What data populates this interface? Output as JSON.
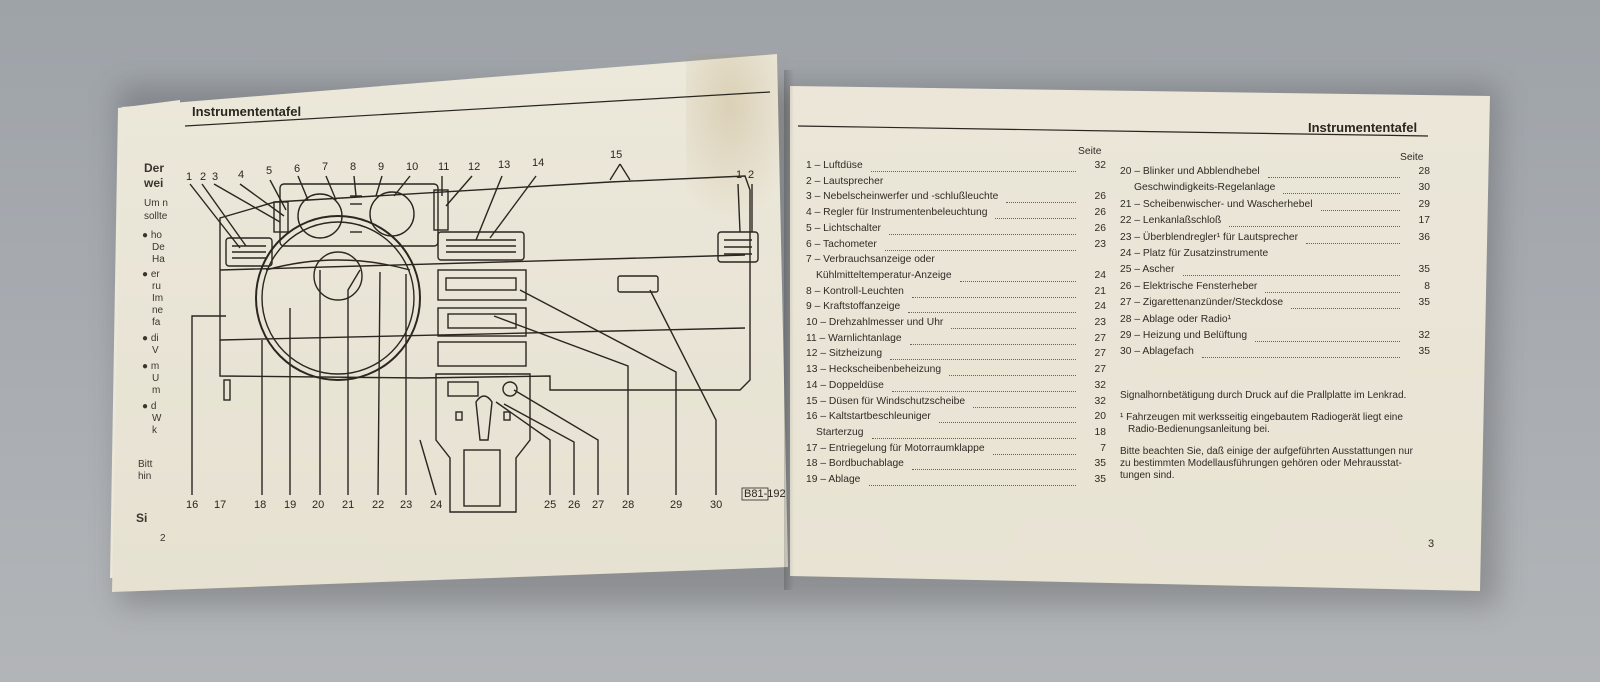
{
  "left_page": {
    "title": "Instrumententafel",
    "page_number": "2",
    "prev_fragments": {
      "heading_1": "Der",
      "heading_2": "wei",
      "line_1": "Um n",
      "line_2": "sollte",
      "b1a": "● ho",
      "b1b": "De",
      "b1c": "Ha",
      "b2a": "● er",
      "b2b": "ru",
      "b2c": "Im",
      "b2d": "ne",
      "b2e": "fa",
      "b3a": "● di",
      "b3b": "V",
      "b4a": "● m",
      "b4b": "U",
      "b4c": "m",
      "b5a": "● d",
      "b5b": "W",
      "b5c": "k",
      "bitte_a": "Bitt",
      "bitte_b": "hin",
      "si": "Si"
    },
    "diagram": {
      "top_numbers": [
        "1",
        "2",
        "3",
        "4",
        "5",
        "6",
        "7",
        "8",
        "9",
        "10",
        "11",
        "12",
        "13",
        "14",
        "15",
        "1",
        "2"
      ],
      "bottom_numbers": [
        "16",
        "17",
        "18",
        "19",
        "20",
        "21",
        "22",
        "23",
        "24",
        "25",
        "26",
        "27",
        "28",
        "29",
        "30"
      ],
      "code": "B81-192"
    }
  },
  "right_page": {
    "title": "Instrumententafel",
    "page_number": "3",
    "seite_label": "Seite",
    "left_column": [
      {
        "label": "1 – Luftdüse",
        "page": "32"
      },
      {
        "label": "2 – Lautsprecher",
        "page": ""
      },
      {
        "label": "3 – Nebelscheinwerfer und -schlußleuchte",
        "page": "26"
      },
      {
        "label": "4 – Regler für Instrumentenbeleuchtung",
        "page": "26"
      },
      {
        "label": "5 – Lichtschalter",
        "page": "26"
      },
      {
        "label": "6 – Tachometer",
        "page": "23"
      },
      {
        "label": "7 – Verbrauchsanzeige oder",
        "page": ""
      },
      {
        "label": "Kühlmitteltemperatur-Anzeige",
        "page": "24"
      },
      {
        "label": "8 – Kontroll-Leuchten",
        "page": "21"
      },
      {
        "label": "9 – Kraftstoffanzeige",
        "page": "24"
      },
      {
        "label": "10 – Drehzahlmesser und Uhr",
        "page": "23"
      },
      {
        "label": "11 – Warnlichtanlage",
        "page": "27"
      },
      {
        "label": "12 – Sitzheizung",
        "page": "27"
      },
      {
        "label": "13 – Heckscheibenbeheizung",
        "page": "27"
      },
      {
        "label": "14 – Doppeldüse",
        "page": "32"
      },
      {
        "label": "15 – Düsen für Windschutzscheibe",
        "page": "32"
      },
      {
        "label": "16 – Kaltstartbeschleuniger",
        "page": "20"
      },
      {
        "label": "Starterzug",
        "page": "18"
      },
      {
        "label": "17 – Entriegelung für Motorraumklappe",
        "page": "7"
      },
      {
        "label": "18 – Bordbuchablage",
        "page": "35"
      },
      {
        "label": "19 – Ablage",
        "page": "35"
      }
    ],
    "right_column": [
      {
        "label": "20 – Blinker und Abblendhebel",
        "page": "28"
      },
      {
        "label": "Geschwindigkeits-Regelanlage",
        "page": "30"
      },
      {
        "label": "21 – Scheibenwischer- und Wascherhebel",
        "page": "29"
      },
      {
        "label": "22 – Lenkanlaßschloß",
        "page": "17"
      },
      {
        "label": "23 – Überblendregler¹ für Lautsprecher",
        "page": "36"
      },
      {
        "label": "24 – Platz für Zusatzinstrumente",
        "page": ""
      },
      {
        "label": "25 – Ascher",
        "page": "35"
      },
      {
        "label": "26 – Elektrische Fensterheber",
        "page": "8"
      },
      {
        "label": "27 – Zigarettenanzünder/Steckdose",
        "page": "35"
      },
      {
        "label": "28 – Ablage oder Radio¹",
        "page": ""
      },
      {
        "label": "29 – Heizung und Belüftung",
        "page": "32"
      },
      {
        "label": "30 – Ablagefach",
        "page": "35"
      }
    ],
    "note_horn": "Signalhornbetätigung durch Druck auf die Prallplatte im Lenkrad.",
    "footnote_1": "¹ Fahrzeugen mit werksseitig eingebautem Radiogerät liegt eine",
    "footnote_2": "Radio-Bedienungsanleitung bei.",
    "note_equip_1": "Bitte beachten Sie, daß einige der aufgeführten Ausstattungen nur",
    "note_equip_2": "zu bestimmten Modellausführungen gehören oder Mehrausstat-",
    "note_equip_3": "tungen sind."
  }
}
